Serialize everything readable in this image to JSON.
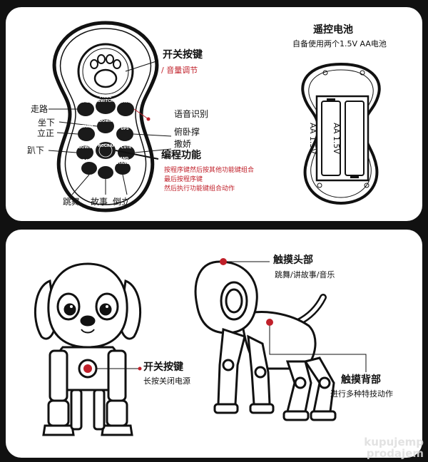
{
  "remote": {
    "labels": {
      "power_key": "开关按键",
      "volume": "/ 音量调节",
      "walk": "走路",
      "sit": "坐下",
      "stand": "立正",
      "lie": "趴下",
      "voice_recognition": "语音识别",
      "pushup": "俯卧撑",
      "cute": "撒娇",
      "programming": "编程功能",
      "dance": "跳舞",
      "story": "故事",
      "handstand": "倒立"
    },
    "program_notes": [
      "按程序键然后按其他功能键组合",
      "最后按程序键",
      "然后执行功能键组合动作"
    ],
    "buttons": {
      "walk": "WALK",
      "mode_switch": "MODE SWITCH",
      "power": "POWER",
      "sit_down": "SIT DOWN",
      "stand": "STAND",
      "push_ups": "PUSH UPS",
      "lie_down": "LIE DOWN",
      "program": "PROGRAM",
      "act_cute": "ACT CUTE",
      "dance": "DANCE",
      "story": "STORY",
      "hand_stand": "HAND STAND"
    }
  },
  "battery": {
    "title": "遥控电池",
    "desc": "自备使用两个1.5V AA电池",
    "cell_label": "AA 1.5V"
  },
  "dog": {
    "power_key": "开关按键",
    "power_desc": "长按关闭电源",
    "touch_head": "触摸头部",
    "touch_head_desc": "跳舞/讲故事/音乐",
    "touch_back": "触摸背部",
    "touch_back_desc": "进行多种特技动作"
  },
  "watermark": [
    "kupujemp",
    "prodajem"
  ],
  "colors": {
    "accent": "#c0202a",
    "button": "#1a1a1a"
  }
}
